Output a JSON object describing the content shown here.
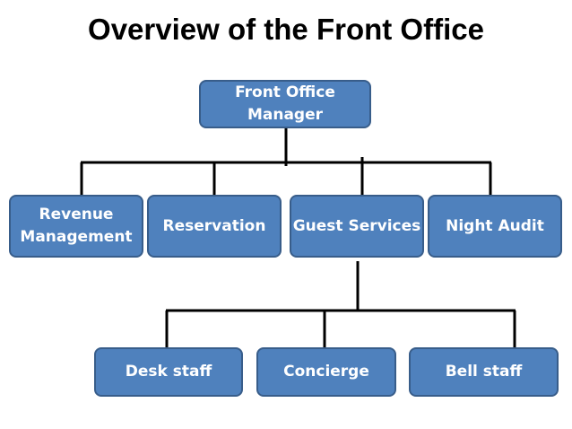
{
  "title": "Overview of the Front Office",
  "root": {
    "line1": "Front Office",
    "line2": "Manager"
  },
  "departments": {
    "revenue": {
      "line1": "Revenue",
      "line2": "Management"
    },
    "reservation": "Reservation",
    "guest_services": "Guest Services",
    "night_audit": "Night Audit"
  },
  "guest_services_staff": {
    "desk": "Desk staff",
    "concierge": "Concierge",
    "bell": "Bell staff"
  },
  "colors": {
    "box_fill": "#4f81bd",
    "box_border": "#385d8a",
    "box_text": "#ffffff",
    "connector": "#000000"
  }
}
